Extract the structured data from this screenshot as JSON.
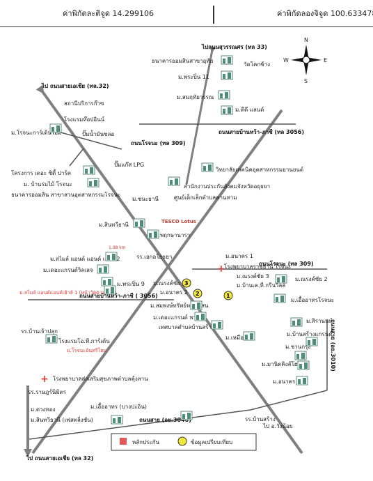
{
  "header": {
    "lat": "ค่าพิกัดละติจูด 14.299106",
    "lon": "ค่าพิกัดลองจิจูด 100.633478"
  },
  "compass": {
    "n": "N",
    "s": "S",
    "e": "E",
    "w": "W"
  },
  "roads": {
    "top": "ไปถนนสุวรรณศร (ทล 33)",
    "asia_top": "ไป ถนนสายเอเชีย (ทล.32)",
    "rojana1": "ถนนโรจนะ (ทล 309)",
    "banwa1": "ถนนสายบ้านหว้า-ภาชี (ทล 3056)",
    "rojana2": "ถนนโรจนะ (ทล 309)",
    "banwa2": "ถนนสายบ้านหว้า-ภาชี ( 3056)",
    "ayu3010": "ถนนสาย (อย.3010)",
    "ayu3046": "ถนนสาย (อย.3046)",
    "asia_bottom": "ไป ถนนสายเอเชีย (ทล 32)",
    "wangnoi": "ไป อ.วังน้อย",
    "distance": "1.08 km"
  },
  "places": {
    "p1": "ธนาคารออมสินสาขาอุทัย",
    "p2": "วัดโคกช้าง",
    "p3": "ม.พระปิ่น 11",
    "p4": "ม.สมฤทัยวรรณ",
    "p5": "ม.ดีดี แลนด์",
    "p6": "สถานีบริการก๊าซ",
    "p7": "โรงแรมท๊อปอินน์",
    "p8": "ม.โรจนะการ์เด้นโฮม",
    "p9": "ปั๊มน้ำมันซลอ",
    "p10": "ปั๊มแก๊ส LPG",
    "p11": "วิทยาลัยเทคนิคอุตสาหกรรมยานยนต์",
    "p12": "โครงการ เดอะ ซิตี้ ปาร์ค",
    "p13": "ม. บ้านร่มไม้ โรจนะ",
    "p14": "ธนาคารออมสิน สาขาสวนอุตสาหกรรมโรจนะ",
    "p15": "สำนักงานประกันสังคมจังหวัดอยุธยา",
    "p16": "ม.ชนะธานี",
    "p17": "ศูนย์เด็กเล็กตำบลคานหาม",
    "p18": "ม.สินทวีธานี",
    "p19": "TESCO Lotus",
    "p20": "ม.พฤกษานารา",
    "p21": "ม.สไมล์ แอนด์ แอนด์ เฮ้าส์ 2",
    "p22": "รร.เอกอโยธยา",
    "p23": "ม.เดอะแกรนด์วิลเลจ",
    "p24": "ม.อนาคร 1",
    "p25": "โรงพยาบาลราชธานี โรจนะ",
    "p26": "ม.พระปิ่น 9",
    "p27": "ม.ณรงค์ชัย 3",
    "p28": "ม.บ้านเค.ที.กรีนวิลล์",
    "p29": "ม.ณรงค์ชัย 2",
    "p30": "ม.สไมล์ แอนด์แอนด์เฮ้าส์ 1 (หน้าวัดคานหาม)",
    "p31": "ม.ณรงค์ชัย 1",
    "p32": "ม.อนาคร 2",
    "p33": "ม.สมพงษ์ทรัพย์หมื่นแสน",
    "p34": "ม.เอื้ออาทรโรจนะ",
    "p35": "ม.เดอะแกรนด์ พาร์ค",
    "p36": "เทศบาลตำบลบ้านสร้าง",
    "p37": "ม.สิรานนท์",
    "p38": "รร.บ้านเจ้าปลุก",
    "p39": "โรงแรมโอ.ที.การ์เด้น",
    "p40": "ม.โรจนะอันทรีโฮม",
    "p41": "ม.เหมือนฝัน",
    "p42": "ม.บ้านสร้างแกรนด์",
    "p43": "ม.ชานกรุง",
    "p44": "ม.มานิตคิงส์โฮม",
    "p45": "ม.อนาคร 3",
    "p46": "โรงพยาบาลส่งเสริมสุขภาพตำบลคุ้งลาน",
    "p47": "รร.ราษฎร์นิมิตร",
    "p48": "ม.ดวงทอง",
    "p49": "ม.สินทวีธานี (เฟสตลิ่งชัน)",
    "p50": "ม.เอื้ออาทร (บางปะอิน)",
    "p51": "รร.บ้านสร้าง"
  },
  "legend": {
    "pillar": "หลักประกัน",
    "compare": "ข้อมูลเปรียบเทียบ"
  },
  "markers": {
    "m1": "1",
    "m2": "2",
    "m3": "3"
  },
  "colors": {
    "road": "#7f7f7f",
    "pillar": "#e05a5a",
    "compare": "#f5ea3a",
    "hospital": "#e53935",
    "building": "#4e8e74"
  }
}
